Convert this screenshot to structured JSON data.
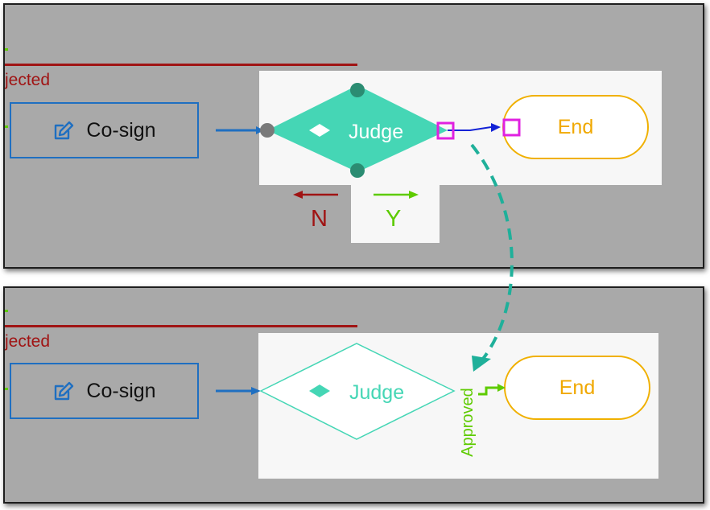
{
  "top_panel": {
    "rejected_text": "jected",
    "cosign_label": "Co-sign",
    "judge_label": "Judge",
    "end_label": "End",
    "no_label": "N",
    "yes_label": "Y"
  },
  "bottom_panel": {
    "rejected_text": "jected",
    "cosign_label": "Co-sign",
    "judge_label": "Judge",
    "end_label": "End",
    "approved_label": "Approved"
  },
  "colors": {
    "teal": "#45d6b5",
    "teal_dashed": "#1fb09a",
    "blue": "#1f6fc1",
    "red": "#a01414",
    "green": "#5ecb00",
    "orange": "#f0b000",
    "magenta": "#e020e0"
  },
  "icons": [
    "edit-icon",
    "diamond-icon"
  ]
}
